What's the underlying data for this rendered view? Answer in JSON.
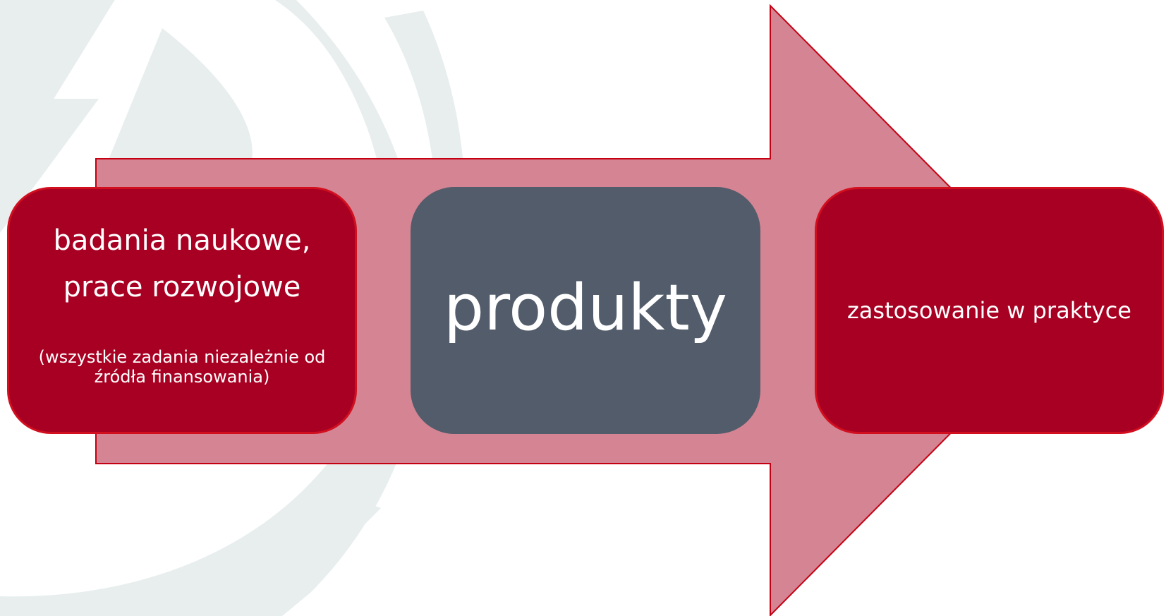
{
  "colors": {
    "arrow_fill": "#d4808f",
    "arrow_stroke": "#c40012",
    "red_box": "#a80022",
    "red_box_border": "#d10f1f",
    "gray_box": "#525c6a",
    "watermark": "#e8eeee",
    "text": "#ffffff"
  },
  "diagram": {
    "arrow": {
      "direction": "right"
    },
    "steps": [
      {
        "title_line1": "badania naukowe,",
        "title_line2": "prace rozwojowe",
        "subtitle_line1": "(wszystkie zadania niezależnie od",
        "subtitle_line2": "źródła finansowania)"
      },
      {
        "title": "produkty"
      },
      {
        "title": "zastosowanie w praktyce"
      }
    ]
  }
}
